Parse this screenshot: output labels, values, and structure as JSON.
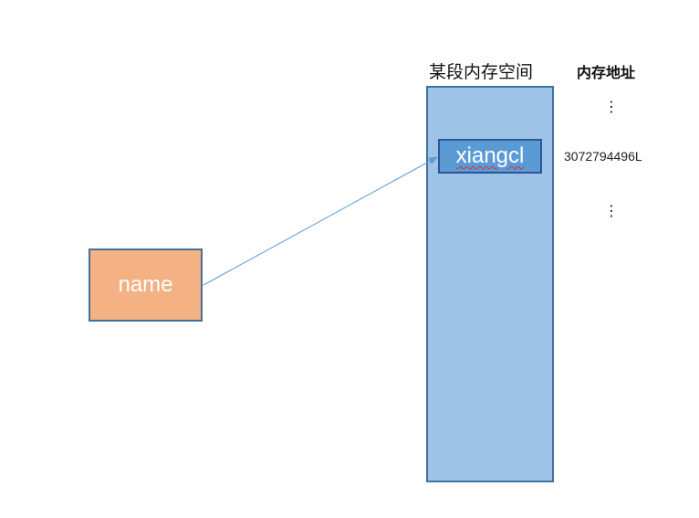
{
  "labels": {
    "segment_title": "某段内存空间",
    "address_title": "内存地址",
    "address_value": "3072794496L",
    "dots": "⋮"
  },
  "variable": {
    "name": "name"
  },
  "memory": {
    "cell_value": "xiangcl"
  },
  "colors": {
    "segment_fill": "#9dc3e6",
    "segment_border": "#41719c",
    "cell_fill": "#5b9bd5",
    "variable_fill": "#f4b183",
    "arrow": "#5b9bd5"
  }
}
